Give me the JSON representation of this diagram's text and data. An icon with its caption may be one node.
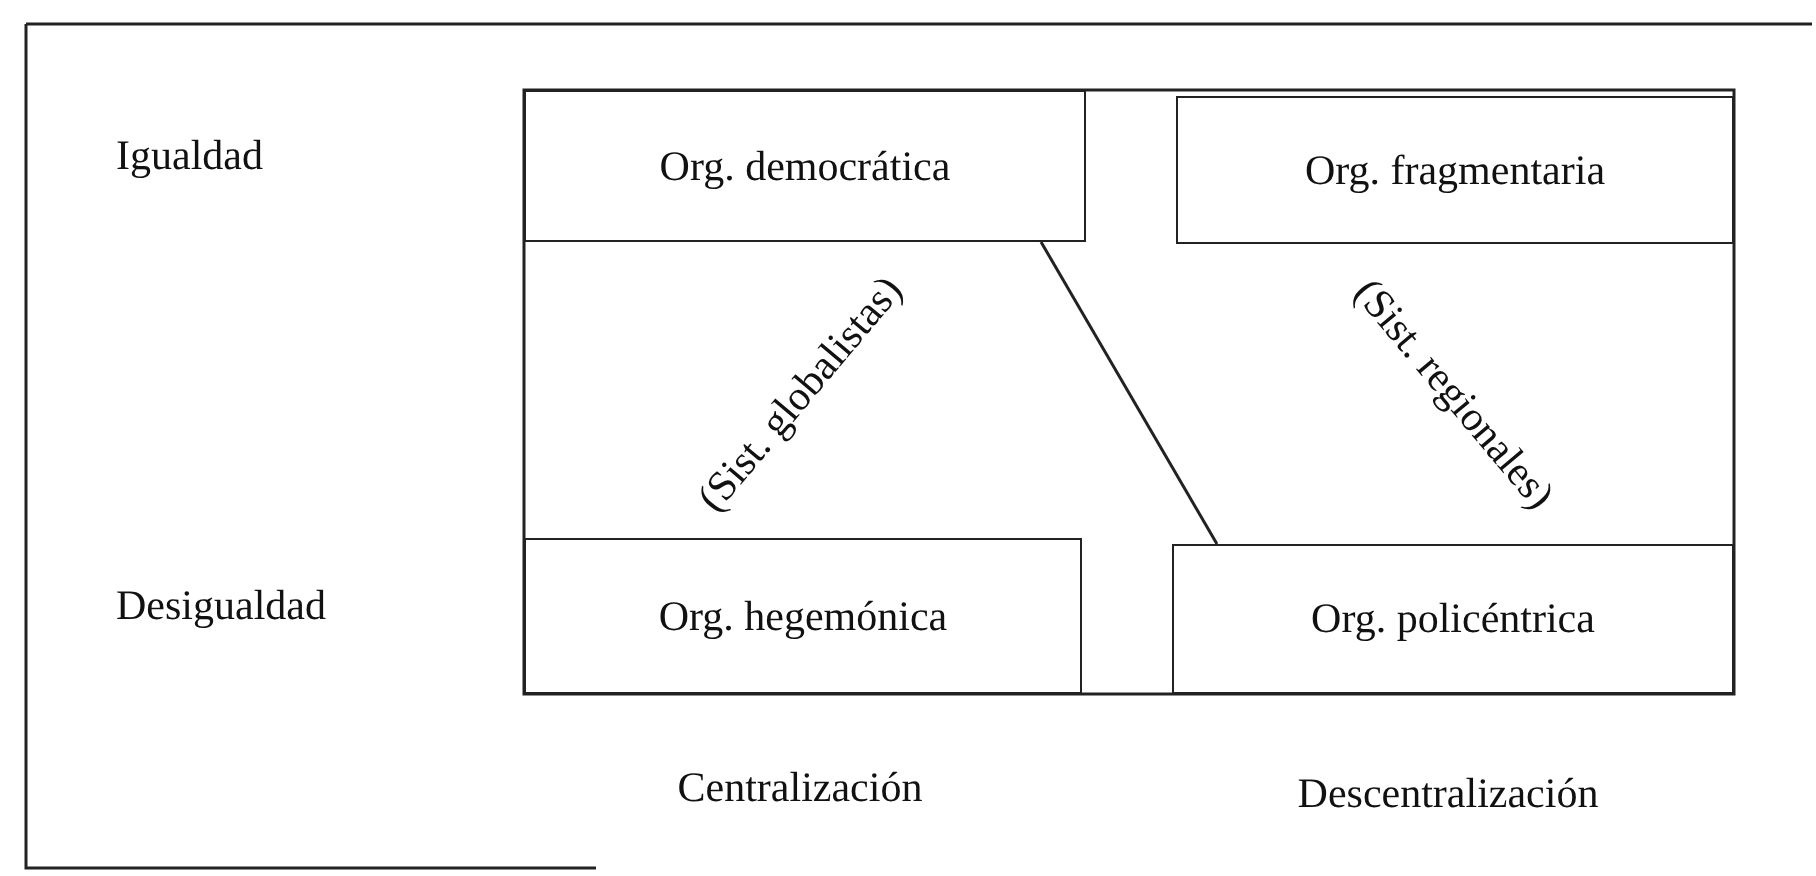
{
  "diagram": {
    "nodes": [
      {
        "text": [
          "Org. democrática"
        ]
      },
      {
        "text": [
          "Org. fragmentaria"
        ]
      },
      {
        "text": [
          "Org. hegemónica"
        ]
      },
      {
        "text": [
          "Org. policéntrica"
        ]
      }
    ],
    "edges": [
      {
        "from": 0,
        "to": 3,
        "arrow": "none"
      }
    ],
    "labels": [
      "Igualdad",
      "(Sist. globalistas)",
      "(Sist. regionales)",
      "Desigualdad",
      "Centralización",
      "Descentralización"
    ]
  }
}
